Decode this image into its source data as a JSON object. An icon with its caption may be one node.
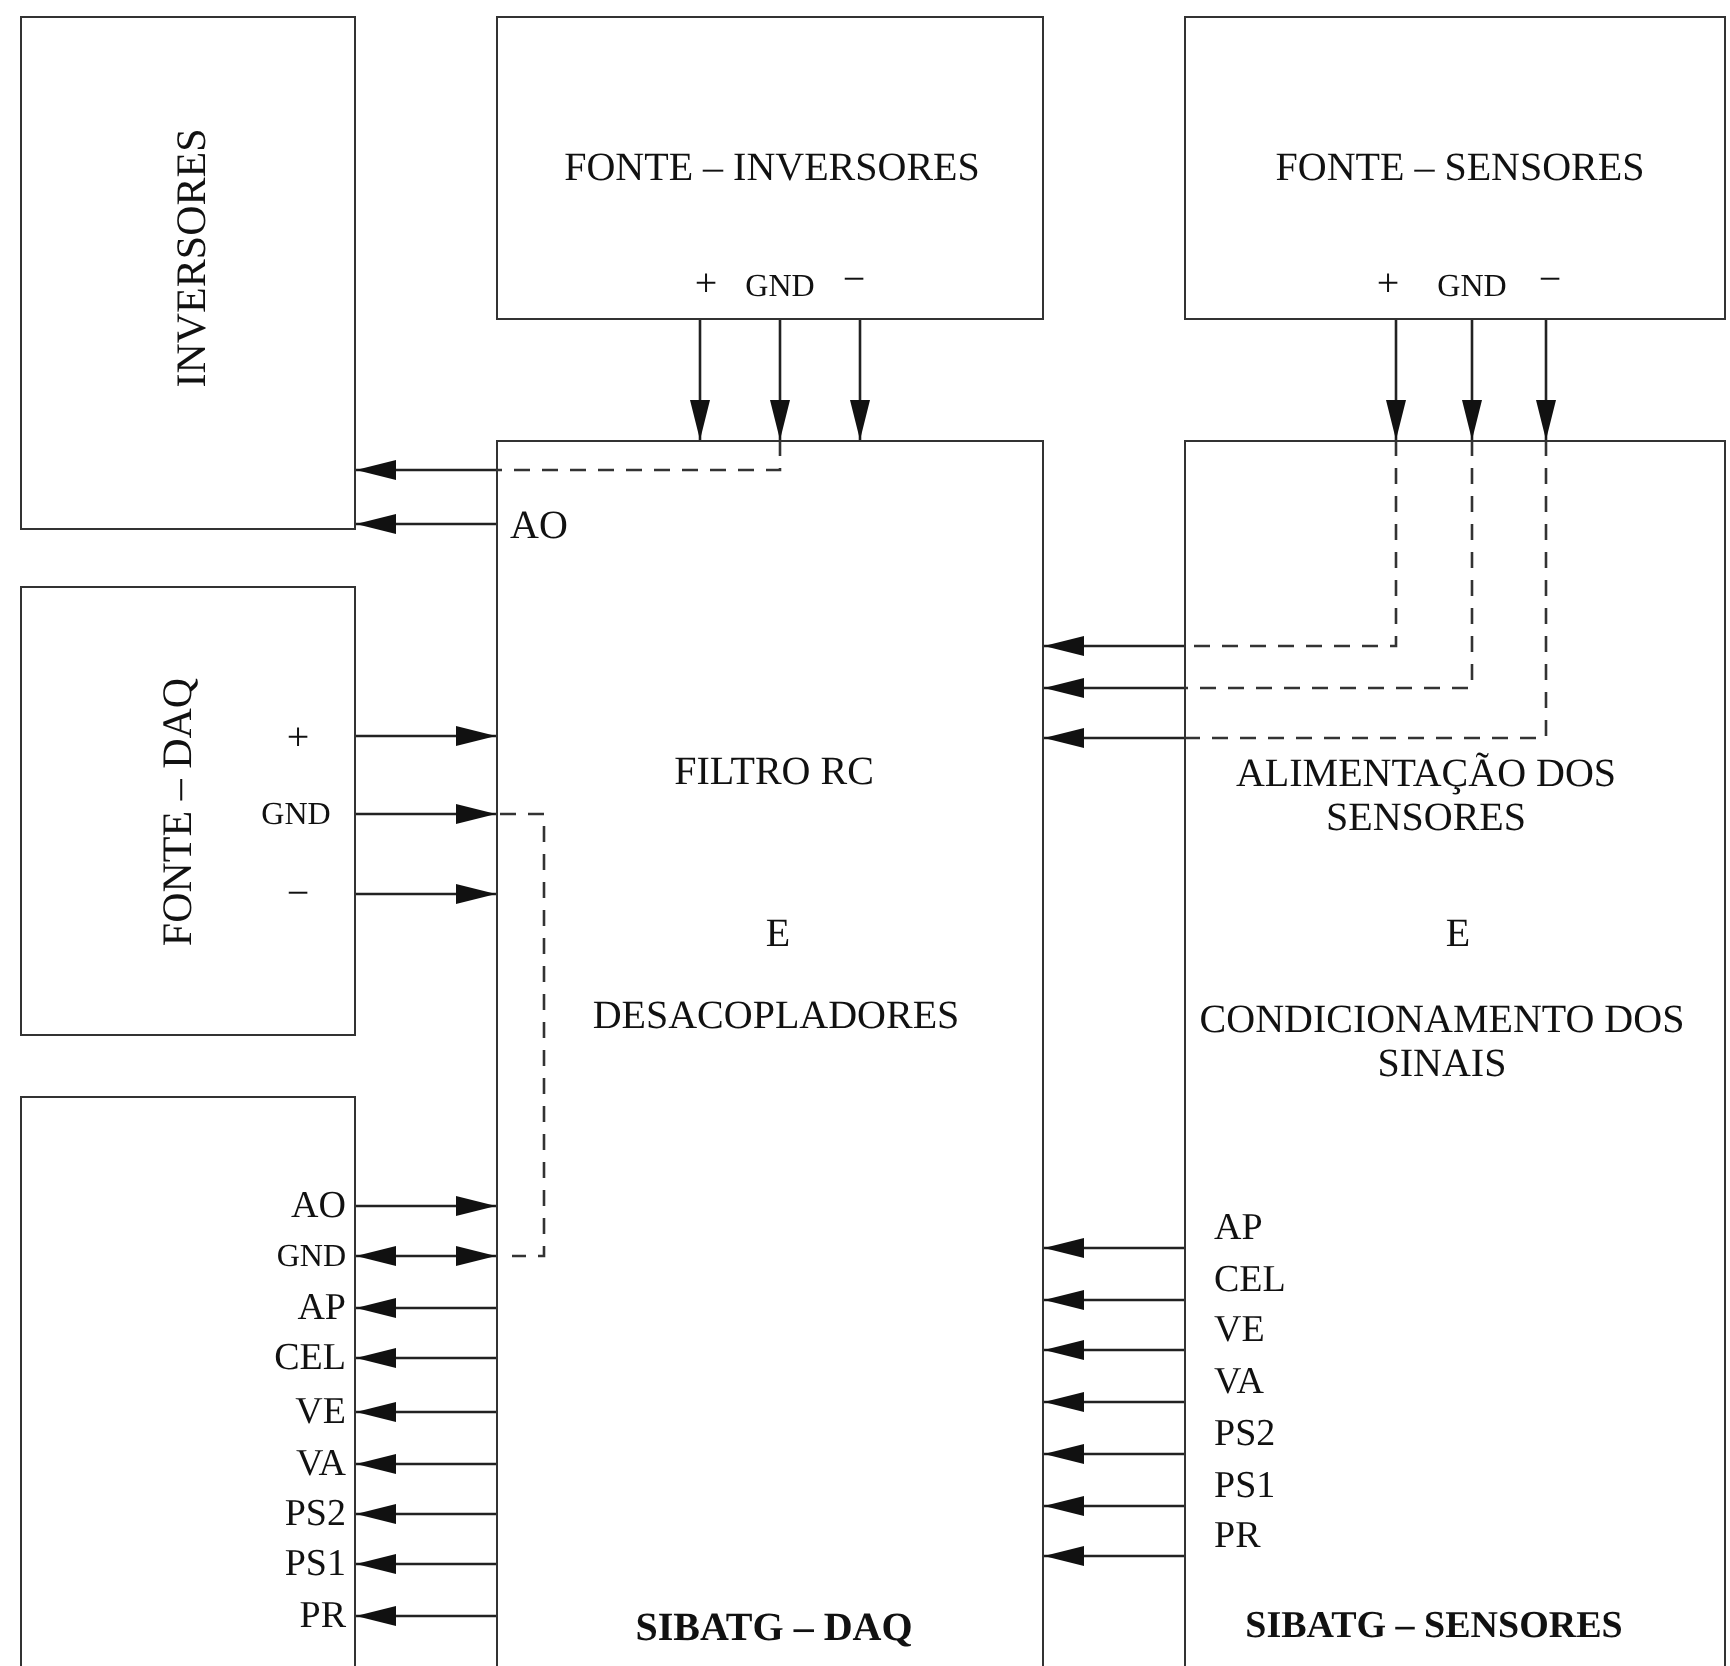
{
  "diagram": {
    "nodes": [
      {
        "text": [
          "INVERSORES"
        ]
      },
      {
        "text": [
          "FONTE – INVERSORES",
          "+",
          "GND",
          "−"
        ]
      },
      {
        "text": [
          "FONTE – SENSORES",
          "+",
          "GND",
          "−"
        ]
      },
      {
        "text": [
          "AO",
          "FILTRO RC",
          "E",
          "DESACOPLADORES",
          "SIBATG – DAQ"
        ]
      },
      {
        "text": [
          "ALIMENTAÇÃO DOS SENSORES",
          "E",
          "CONDICIONAMENTO DOS SINAIS",
          "AP",
          "CEL",
          "VE",
          "VA",
          "PS2",
          "PS1",
          "PR",
          "SIBATG – SENSORES"
        ]
      },
      {
        "text": [
          "FONTE – DAQ",
          "+",
          "GND",
          "−"
        ]
      },
      {
        "text": [
          "AO",
          "GND",
          "AP",
          "CEL",
          "VE",
          "VA",
          "PS2",
          "PS1",
          "PR"
        ]
      }
    ],
    "edges": [
      {
        "from": 1,
        "to": 3,
        "arrow": "to"
      },
      {
        "from": 1,
        "to": 3,
        "arrow": "to"
      },
      {
        "from": 1,
        "to": 3,
        "arrow": "to"
      },
      {
        "from": 3,
        "to": 0,
        "arrow": "to"
      },
      {
        "from": 3,
        "to": 0,
        "arrow": "to"
      },
      {
        "from": 2,
        "to": 4,
        "arrow": "to"
      },
      {
        "from": 2,
        "to": 4,
        "arrow": "to"
      },
      {
        "from": 2,
        "to": 4,
        "arrow": "to"
      },
      {
        "from": 4,
        "to": 3,
        "arrow": "to"
      },
      {
        "from": 4,
        "to": 3,
        "arrow": "to"
      },
      {
        "from": 4,
        "to": 3,
        "arrow": "to"
      },
      {
        "from": 5,
        "to": 3,
        "arrow": "to"
      },
      {
        "from": 5,
        "to": 3,
        "arrow": "to"
      },
      {
        "from": 5,
        "to": 3,
        "arrow": "to"
      },
      {
        "from": 6,
        "to": 3,
        "arrow": "to"
      },
      {
        "from": 6,
        "to": 3,
        "arrow": "both"
      },
      {
        "from": 3,
        "to": 6,
        "arrow": "to"
      },
      {
        "from": 3,
        "to": 6,
        "arrow": "to"
      },
      {
        "from": 3,
        "to": 6,
        "arrow": "to"
      },
      {
        "from": 3,
        "to": 6,
        "arrow": "to"
      },
      {
        "from": 3,
        "to": 6,
        "arrow": "to"
      },
      {
        "from": 3,
        "to": 6,
        "arrow": "to"
      },
      {
        "from": 3,
        "to": 6,
        "arrow": "to"
      },
      {
        "from": 4,
        "to": 3,
        "arrow": "to"
      },
      {
        "from": 4,
        "to": 3,
        "arrow": "to"
      },
      {
        "from": 4,
        "to": 3,
        "arrow": "to"
      },
      {
        "from": 4,
        "to": 3,
        "arrow": "to"
      },
      {
        "from": 4,
        "to": 3,
        "arrow": "to"
      },
      {
        "from": 4,
        "to": 3,
        "arrow": "to"
      },
      {
        "from": 4,
        "to": 3,
        "arrow": "to"
      }
    ]
  }
}
